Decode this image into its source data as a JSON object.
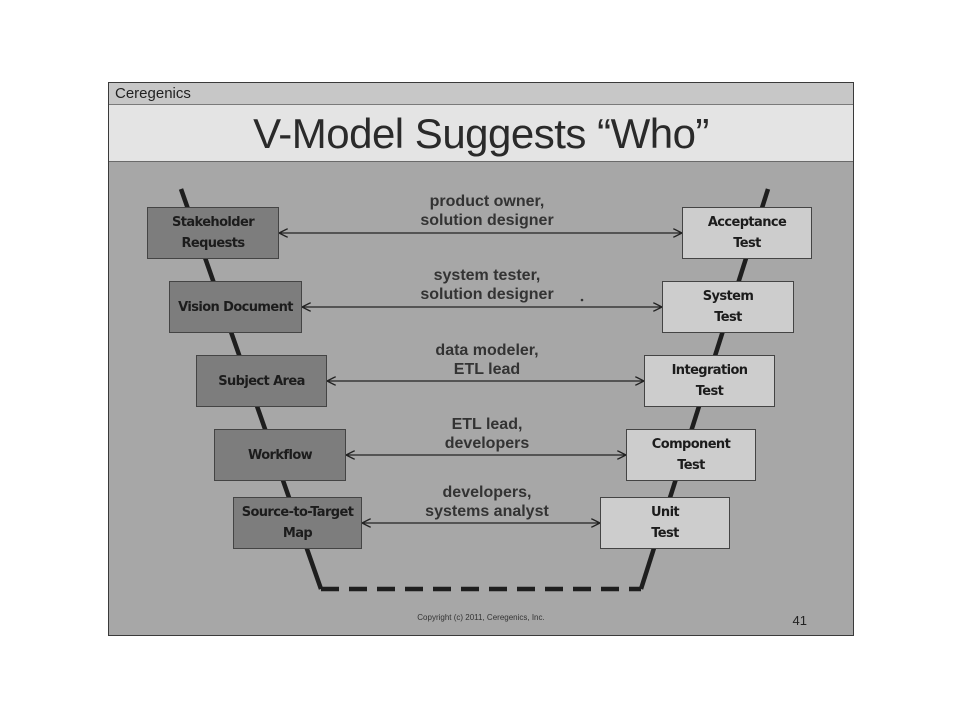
{
  "brand": "Ceregenics",
  "title": "V-Model Suggests “Who”",
  "left_boxes": [
    {
      "label": "Stakeholder\nRequests"
    },
    {
      "label": "Vision Document"
    },
    {
      "label": "Subject Area"
    },
    {
      "label": "Workflow"
    },
    {
      "label": "Source-to-Target\nMap"
    }
  ],
  "right_boxes": [
    {
      "label": "Acceptance\nTest"
    },
    {
      "label": "System\nTest"
    },
    {
      "label": "Integration\nTest"
    },
    {
      "label": "Component\nTest"
    },
    {
      "label": "Unit\nTest"
    }
  ],
  "roles": [
    {
      "text": "product owner,\nsolution designer"
    },
    {
      "text": "system tester,\nsolution designer"
    },
    {
      "text": "data modeler,\nETL lead"
    },
    {
      "text": "ETL lead,\ndevelopers"
    },
    {
      "text": "developers,\nsystems analyst"
    }
  ],
  "footer": {
    "copyright": "Copyright (c) 2011, Ceregenics, Inc.",
    "page_number": "41"
  }
}
